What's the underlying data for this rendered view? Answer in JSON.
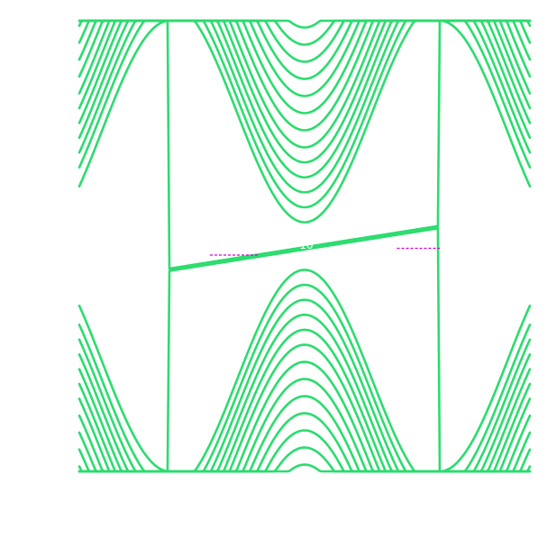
{
  "chart_data": {
    "type": "line",
    "title": "",
    "xlabel": "",
    "ylabel": "",
    "xlim": [
      -1,
      1
    ],
    "ylim": [
      -1,
      1
    ],
    "grid": false,
    "legend": "none",
    "annotation_text": "10",
    "colors": {
      "band": "#2bdc6e",
      "marker": "#d600d6",
      "annotation": "#ffffff",
      "background": "#ffffff"
    },
    "bulk_offsets": [
      0.09,
      0.16,
      0.23,
      0.3,
      0.37,
      0.44,
      0.52,
      0.6,
      0.68,
      0.76,
      0.84,
      0.92,
      1.0
    ],
    "edge_state_offset": 0.0,
    "markers": [
      {
        "x": [
          -0.42,
          -0.2
        ],
        "y": -0.04
      },
      {
        "x": [
          0.41,
          0.6
        ],
        "y": -0.01
      }
    ]
  }
}
